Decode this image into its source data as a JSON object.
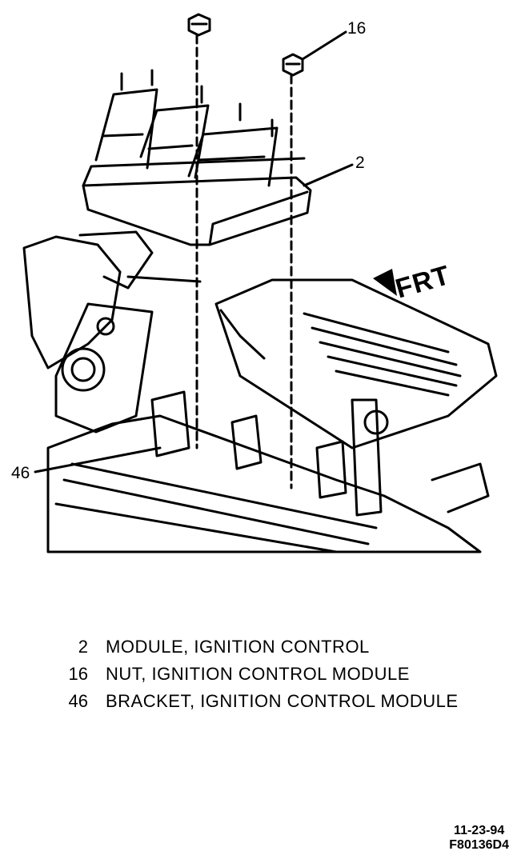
{
  "callouts": {
    "nut": "16",
    "module": "2",
    "bracket": "46"
  },
  "direction_label": "FRT",
  "legend": [
    {
      "number": "2",
      "description": "MODULE, IGNITION CONTROL"
    },
    {
      "number": "16",
      "description": "NUT, IGNITION CONTROL MODULE"
    },
    {
      "number": "46",
      "description": "BRACKET, IGNITION CONTROL MODULE"
    }
  ],
  "footer": {
    "date": "11-23-94",
    "code": "F80136D4"
  }
}
